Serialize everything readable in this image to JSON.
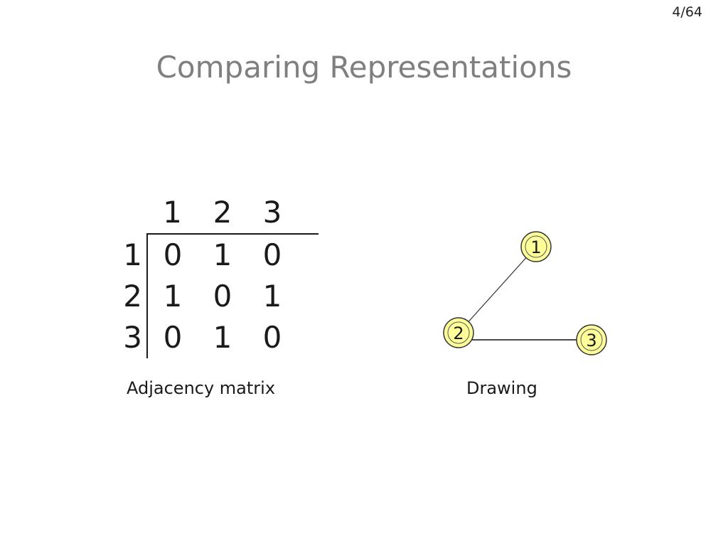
{
  "page_number": "4/64",
  "title": "Comparing Representations",
  "matrix": {
    "column_headers": [
      "1",
      "2",
      "3"
    ],
    "rows": [
      {
        "header": "1",
        "cells": [
          "0",
          "1",
          "0"
        ]
      },
      {
        "header": "2",
        "cells": [
          "1",
          "0",
          "1"
        ]
      },
      {
        "header": "3",
        "cells": [
          "0",
          "1",
          "0"
        ]
      }
    ],
    "caption": "Adjacency matrix"
  },
  "drawing": {
    "nodes": [
      "1",
      "2",
      "3"
    ],
    "edges": [
      [
        "1",
        "2"
      ],
      [
        "2",
        "3"
      ]
    ],
    "node_color": "#ffff99",
    "caption": "Drawing"
  }
}
